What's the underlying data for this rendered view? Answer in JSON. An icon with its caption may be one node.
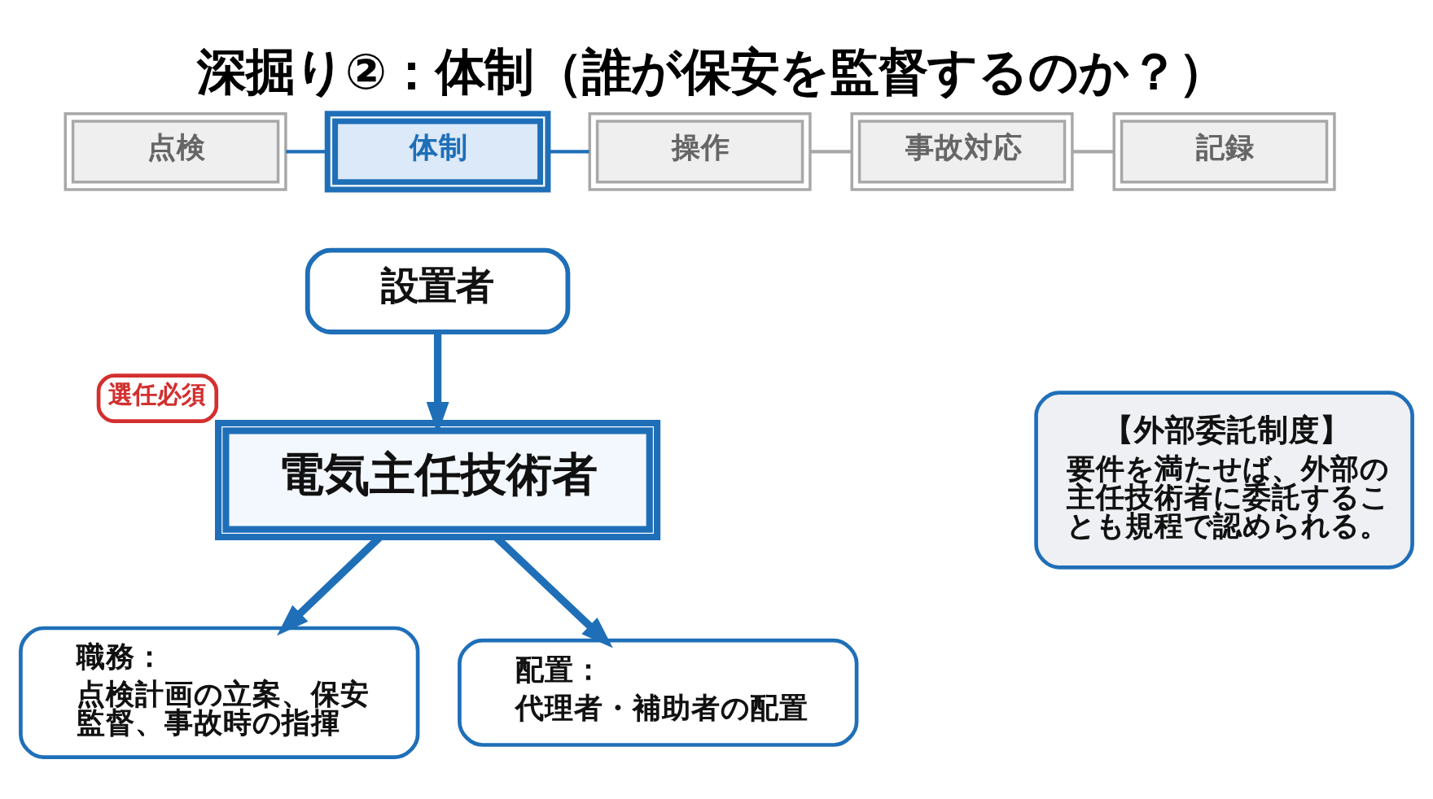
{
  "diagram": {
    "title": "深掘り②：体制（誰が保安を監督するのか？）",
    "nodes": [
      {
        "text": [
          "点検"
        ]
      },
      {
        "text": [
          "体制"
        ]
      },
      {
        "text": [
          "操作"
        ]
      },
      {
        "text": [
          "事故対応"
        ]
      },
      {
        "text": [
          "記録"
        ]
      },
      {
        "text": [
          "設置者"
        ]
      },
      {
        "text": [
          "電気主任技術者"
        ],
        "beside": [
          "選任必須"
        ]
      },
      {
        "text": [
          "職務：",
          "点検計画の立案、保安監督、事故時の指揮"
        ]
      },
      {
        "text": [
          "配置：",
          "代理者・補助者の配置"
        ]
      },
      {
        "text": [
          "【外部委託制度】",
          "要件を満たせば、外部の主任技術者に委託することも規程で認められる。"
        ]
      }
    ],
    "edges": [
      {
        "from": 0,
        "to": 1,
        "arrow": "none"
      },
      {
        "from": 1,
        "to": 2,
        "arrow": "none"
      },
      {
        "from": 2,
        "to": 3,
        "arrow": "none",
        "color": "#a8a8a8"
      },
      {
        "from": 3,
        "to": 4,
        "arrow": "none",
        "color": "#a8a8a8"
      },
      {
        "from": 5,
        "to": 6,
        "arrow": "to",
        "style": "thick"
      },
      {
        "from": 6,
        "to": 7,
        "arrow": "to",
        "style": "thick"
      },
      {
        "from": 6,
        "to": 8,
        "arrow": "to",
        "style": "thick"
      }
    ]
  }
}
